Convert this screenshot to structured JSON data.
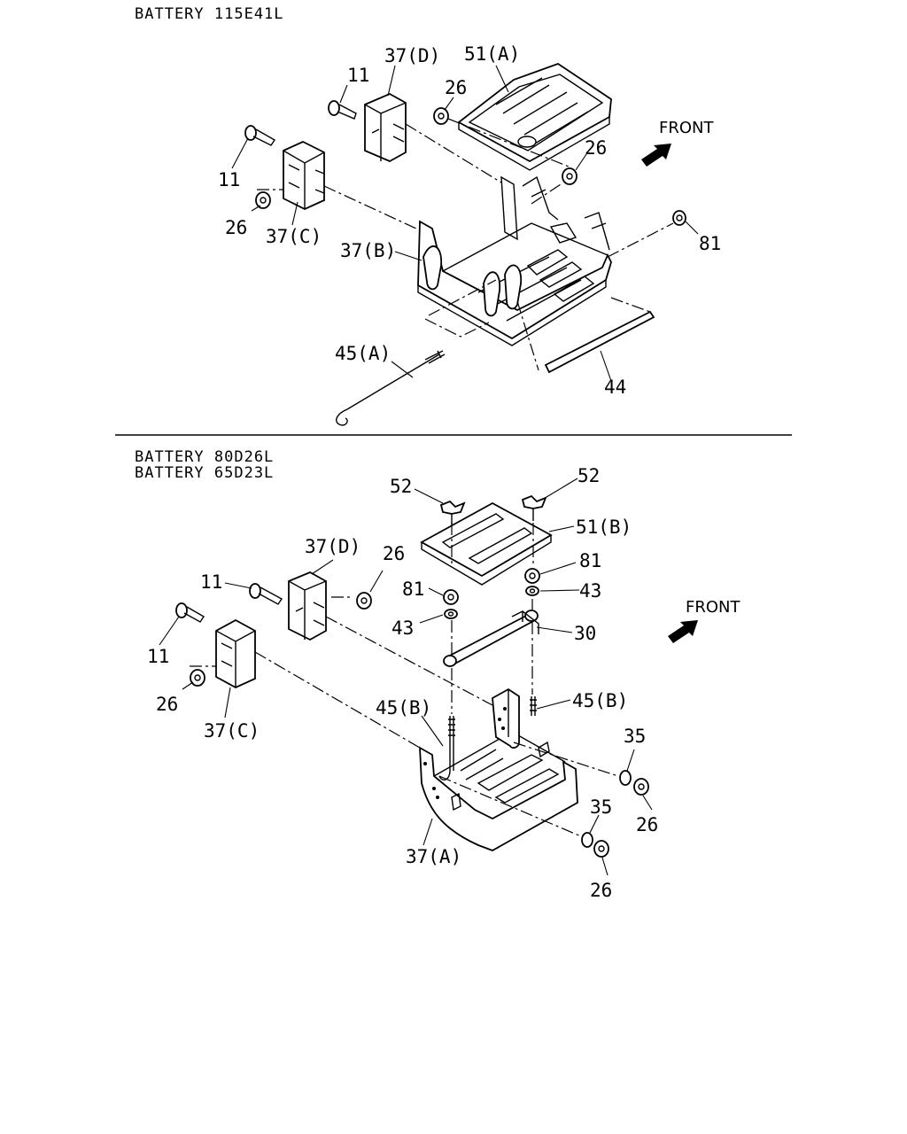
{
  "section_top": {
    "header": "BATTERY 115E41L",
    "front_label": "FRONT",
    "callouts": {
      "c11a": "11",
      "c37d": "37(D)",
      "c51a": "51(A)",
      "c26a": "26",
      "c11b": "11",
      "c26b": "26",
      "c26c": "26",
      "c37c": "37(C)",
      "c37b": "37(B)",
      "c81": "81",
      "c45a": "45(A)",
      "c44": "44"
    }
  },
  "section_bottom": {
    "header_line1": "BATTERY 80D26L",
    "header_line2": "BATTERY 65D23L",
    "front_label": "FRONT",
    "callouts": {
      "c52a": "52",
      "c52b": "52",
      "c51b": "51(B)",
      "c37d": "37(D)",
      "c26a": "26",
      "c11a": "11",
      "c81a": "81",
      "c81b": "81",
      "c43a": "43",
      "c43b": "43",
      "c30": "30",
      "c11b": "11",
      "c26b": "26",
      "c37c": "37(C)",
      "c45b1": "45(B)",
      "c45b2": "45(B)",
      "c35a": "35",
      "c26c": "26",
      "c35b": "35",
      "c26d": "26",
      "c37a": "37(A)"
    }
  }
}
